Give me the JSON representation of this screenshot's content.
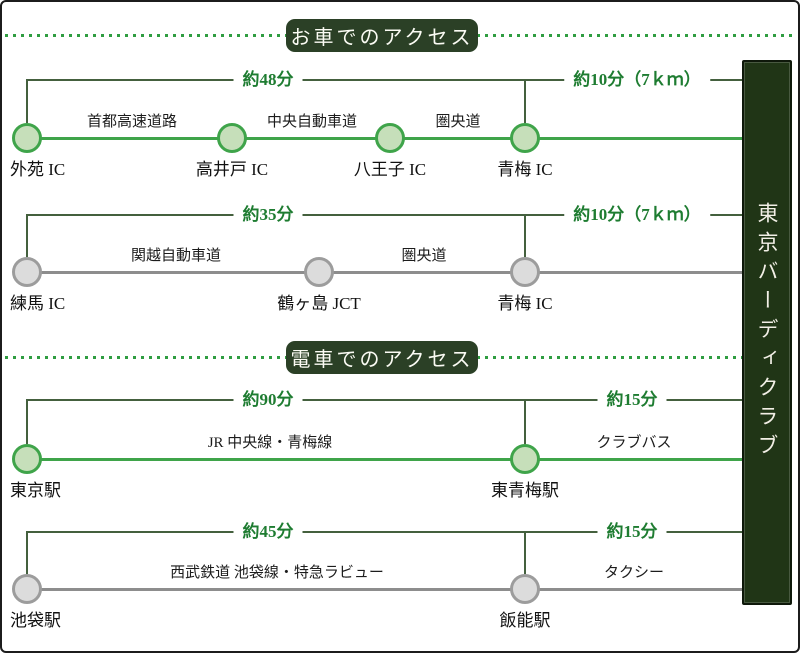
{
  "destination": "東京バーディクラブ",
  "colors": {
    "brand_dark_green": "#2b4026",
    "banner_green": "#203516",
    "route_green": "#3fa44a",
    "node_green_fill": "#c6dfba",
    "route_gray": "#8d8d8d",
    "node_gray_fill": "#dcdcdc",
    "time_text_green": "#1e7c31",
    "bracket_green": "#44603e",
    "dotted_green": "#2f9d41"
  },
  "sections": {
    "car": {
      "badge": "お車でのアクセス",
      "routes": [
        {
          "times": [
            "約48分",
            "約10分（7ｋｍ）"
          ],
          "stops": [
            "外苑 IC",
            "高井戸 IC",
            "八王子 IC",
            "青梅 IC"
          ],
          "segments": [
            "首都高速道路",
            "中央自動車道",
            "圏央道"
          ]
        },
        {
          "times": [
            "約35分",
            "約10分（7ｋｍ）"
          ],
          "stops": [
            "練馬 IC",
            "鶴ヶ島 JCT",
            "青梅 IC"
          ],
          "segments": [
            "関越自動車道",
            "圏央道"
          ]
        }
      ]
    },
    "train": {
      "badge": "電車でのアクセス",
      "routes": [
        {
          "times": [
            "約90分",
            "約15分"
          ],
          "stops": [
            "東京駅",
            "東青梅駅"
          ],
          "segments": [
            "JR 中央線・青梅線"
          ],
          "final_mode": "クラブバス"
        },
        {
          "times": [
            "約45分",
            "約15分"
          ],
          "stops": [
            "池袋駅",
            "飯能駅"
          ],
          "segments": [
            "西武鉄道 池袋線・特急ラビュー"
          ],
          "final_mode": "タクシー"
        }
      ]
    }
  }
}
